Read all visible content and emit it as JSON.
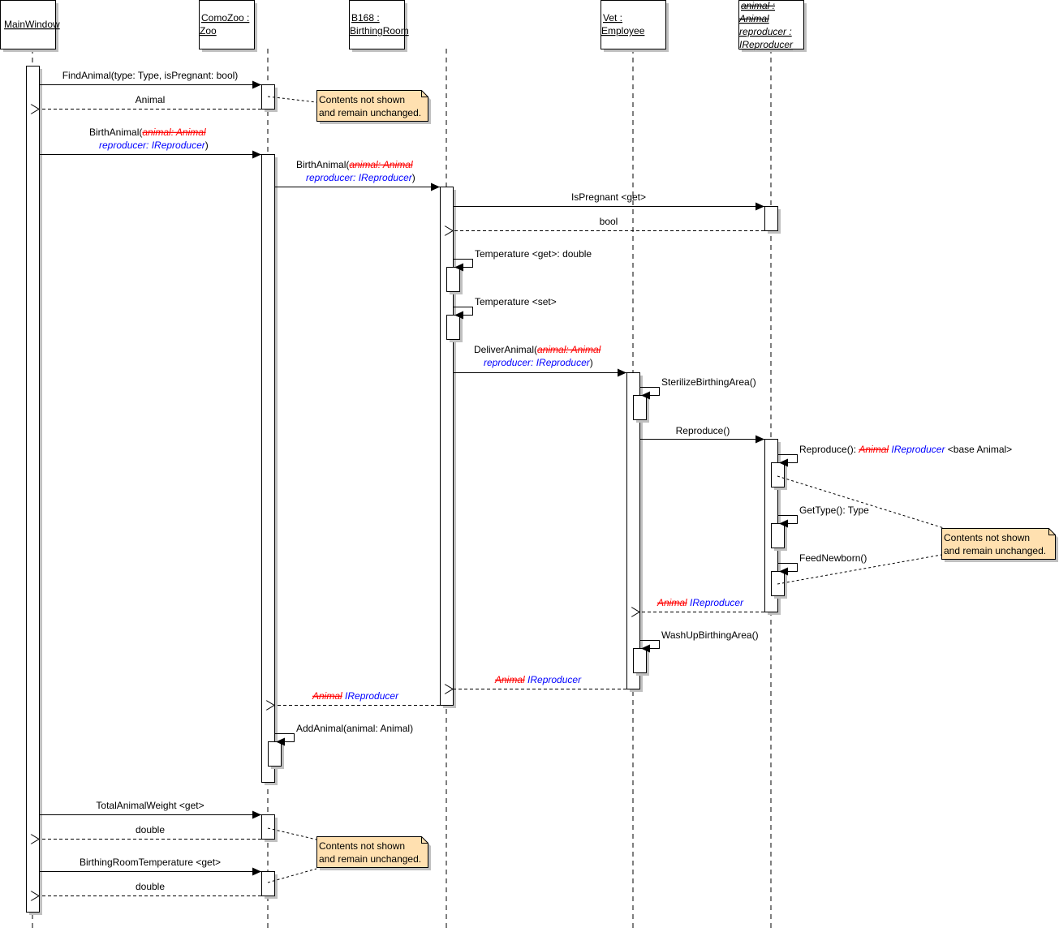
{
  "participants": [
    {
      "id": "mainwindow",
      "lines": [
        {
          "text": "MainWindow",
          "style": "normal"
        }
      ]
    },
    {
      "id": "comozoo",
      "lines": [
        {
          "text": "ComoZoo :",
          "style": "normal"
        },
        {
          "text": "Zoo",
          "style": "normal"
        }
      ]
    },
    {
      "id": "b168",
      "lines": [
        {
          "text": "B168 :",
          "style": "normal"
        },
        {
          "text": "BirthingRoom",
          "style": "normal"
        }
      ]
    },
    {
      "id": "vet",
      "lines": [
        {
          "text": "Vet :",
          "style": "normal"
        },
        {
          "text": "Employee",
          "style": "normal"
        }
      ]
    },
    {
      "id": "animal",
      "lines": [
        {
          "text": "animal :",
          "style": "struck"
        },
        {
          "text": "Animal",
          "style": "struck"
        },
        {
          "text": "reproducer :",
          "style": "added"
        },
        {
          "text": "IReproducer",
          "style": "added"
        }
      ]
    }
  ],
  "messages": [
    {
      "id": "find-animal",
      "kind": "call",
      "from": "mainwindow",
      "to": "comozoo",
      "label": [
        [
          {
            "text": "FindAnimal(type: Type, isPregnant: bool)",
            "style": "normal"
          }
        ]
      ]
    },
    {
      "id": "find-animal-return",
      "kind": "return",
      "from": "comozoo",
      "to": "mainwindow",
      "label": [
        [
          {
            "text": "Animal",
            "style": "normal"
          }
        ]
      ]
    },
    {
      "id": "birth-animal-zoo",
      "kind": "call",
      "from": "mainwindow",
      "to": "comozoo",
      "label": [
        [
          {
            "text": "BirthAnimal(",
            "style": "normal"
          },
          {
            "text": "animal: Animal",
            "style": "struck"
          }
        ],
        [
          {
            "text": "reproducer: IReproducer",
            "style": "added"
          },
          {
            "text": ")",
            "style": "normal"
          }
        ]
      ]
    },
    {
      "id": "birth-animal-room",
      "kind": "call",
      "from": "comozoo",
      "to": "b168",
      "label": [
        [
          {
            "text": "BirthAnimal(",
            "style": "normal"
          },
          {
            "text": "animal: Animal",
            "style": "struck"
          }
        ],
        [
          {
            "text": "reproducer: IReproducer",
            "style": "added"
          },
          {
            "text": ")",
            "style": "normal"
          }
        ]
      ]
    },
    {
      "id": "is-pregnant",
      "kind": "call",
      "from": "b168",
      "to": "animal",
      "label": [
        [
          {
            "text": "IsPregnant <get>",
            "style": "normal"
          }
        ]
      ]
    },
    {
      "id": "is-pregnant-return",
      "kind": "return",
      "from": "animal",
      "to": "b168",
      "label": [
        [
          {
            "text": "bool",
            "style": "normal"
          }
        ]
      ]
    },
    {
      "id": "temperature-get",
      "kind": "self",
      "on": "b168",
      "label": [
        [
          {
            "text": "Temperature <get>: double",
            "style": "normal"
          }
        ]
      ]
    },
    {
      "id": "temperature-set",
      "kind": "self",
      "on": "b168",
      "label": [
        [
          {
            "text": "Temperature <set>",
            "style": "normal"
          }
        ]
      ]
    },
    {
      "id": "deliver-animal",
      "kind": "call",
      "from": "b168",
      "to": "vet",
      "label": [
        [
          {
            "text": "DeliverAnimal(",
            "style": "normal"
          },
          {
            "text": "animal: Animal",
            "style": "struck"
          }
        ],
        [
          {
            "text": "reproducer: IReproducer",
            "style": "added"
          },
          {
            "text": ")",
            "style": "normal"
          }
        ]
      ]
    },
    {
      "id": "sterilize-birthing-area",
      "kind": "self",
      "on": "vet",
      "label": [
        [
          {
            "text": "SterilizeBirthingArea()",
            "style": "normal"
          }
        ]
      ]
    },
    {
      "id": "reproduce",
      "kind": "call",
      "from": "vet",
      "to": "animal",
      "label": [
        [
          {
            "text": "Reproduce()",
            "style": "normal"
          }
        ]
      ]
    },
    {
      "id": "reproduce-base",
      "kind": "self",
      "on": "animal",
      "label": [
        [
          {
            "text": "Reproduce(): ",
            "style": "normal"
          },
          {
            "text": "Animal",
            "style": "struck"
          },
          {
            "text": " ",
            "style": "normal"
          },
          {
            "text": "IReproducer",
            "style": "added"
          },
          {
            "text": " <base Animal>",
            "style": "normal"
          }
        ]
      ]
    },
    {
      "id": "get-type",
      "kind": "self",
      "on": "animal",
      "label": [
        [
          {
            "text": "GetType(): Type",
            "style": "normal"
          }
        ]
      ]
    },
    {
      "id": "feed-newborn",
      "kind": "self",
      "on": "animal",
      "label": [
        [
          {
            "text": "FeedNewborn()",
            "style": "normal"
          }
        ]
      ]
    },
    {
      "id": "reproduce-return",
      "kind": "return",
      "from": "animal",
      "to": "vet",
      "label": [
        [
          {
            "text": "Animal",
            "style": "struck"
          },
          {
            "text": " ",
            "style": "normal"
          },
          {
            "text": "IReproducer",
            "style": "added"
          }
        ]
      ]
    },
    {
      "id": "wash-up-birthing-area",
      "kind": "self",
      "on": "vet",
      "label": [
        [
          {
            "text": "WashUpBirthingArea()",
            "style": "normal"
          }
        ]
      ]
    },
    {
      "id": "deliver-animal-return",
      "kind": "return",
      "from": "vet",
      "to": "b168",
      "label": [
        [
          {
            "text": "Animal",
            "style": "struck"
          },
          {
            "text": " ",
            "style": "normal"
          },
          {
            "text": "IReproducer",
            "style": "added"
          }
        ]
      ]
    },
    {
      "id": "birth-animal-room-return",
      "kind": "return",
      "from": "b168",
      "to": "comozoo",
      "label": [
        [
          {
            "text": "Animal",
            "style": "struck"
          },
          {
            "text": " ",
            "style": "normal"
          },
          {
            "text": "IReproducer",
            "style": "added"
          }
        ]
      ]
    },
    {
      "id": "add-animal",
      "kind": "self",
      "on": "comozoo",
      "label": [
        [
          {
            "text": "AddAnimal(animal: Animal)",
            "style": "normal"
          }
        ]
      ]
    },
    {
      "id": "total-animal-weight",
      "kind": "call",
      "from": "mainwindow",
      "to": "comozoo",
      "label": [
        [
          {
            "text": "TotalAnimalWeight <get>",
            "style": "normal"
          }
        ]
      ]
    },
    {
      "id": "total-animal-weight-return",
      "kind": "return",
      "from": "comozoo",
      "to": "mainwindow",
      "label": [
        [
          {
            "text": "double",
            "style": "normal"
          }
        ]
      ]
    },
    {
      "id": "birthing-room-temperature",
      "kind": "call",
      "from": "mainwindow",
      "to": "comozoo",
      "label": [
        [
          {
            "text": "BirthingRoomTemperature <get>",
            "style": "normal"
          }
        ]
      ]
    },
    {
      "id": "birthing-room-temperature-return",
      "kind": "return",
      "from": "comozoo",
      "to": "mainwindow",
      "label": [
        [
          {
            "text": "double",
            "style": "normal"
          }
        ]
      ]
    }
  ],
  "notes": [
    {
      "id": "note-find-animal",
      "lines": [
        "Contents not shown",
        "and remain unchanged."
      ]
    },
    {
      "id": "note-reproduce",
      "lines": [
        "Contents not shown",
        "and remain unchanged."
      ]
    },
    {
      "id": "note-getters",
      "lines": [
        "Contents not shown",
        "and remain unchanged."
      ]
    }
  ],
  "colors": {
    "removed": "#ff0000",
    "added": "#0000ff",
    "note_fill": "#ffe0b0",
    "shadow": "#c0c0c0"
  }
}
